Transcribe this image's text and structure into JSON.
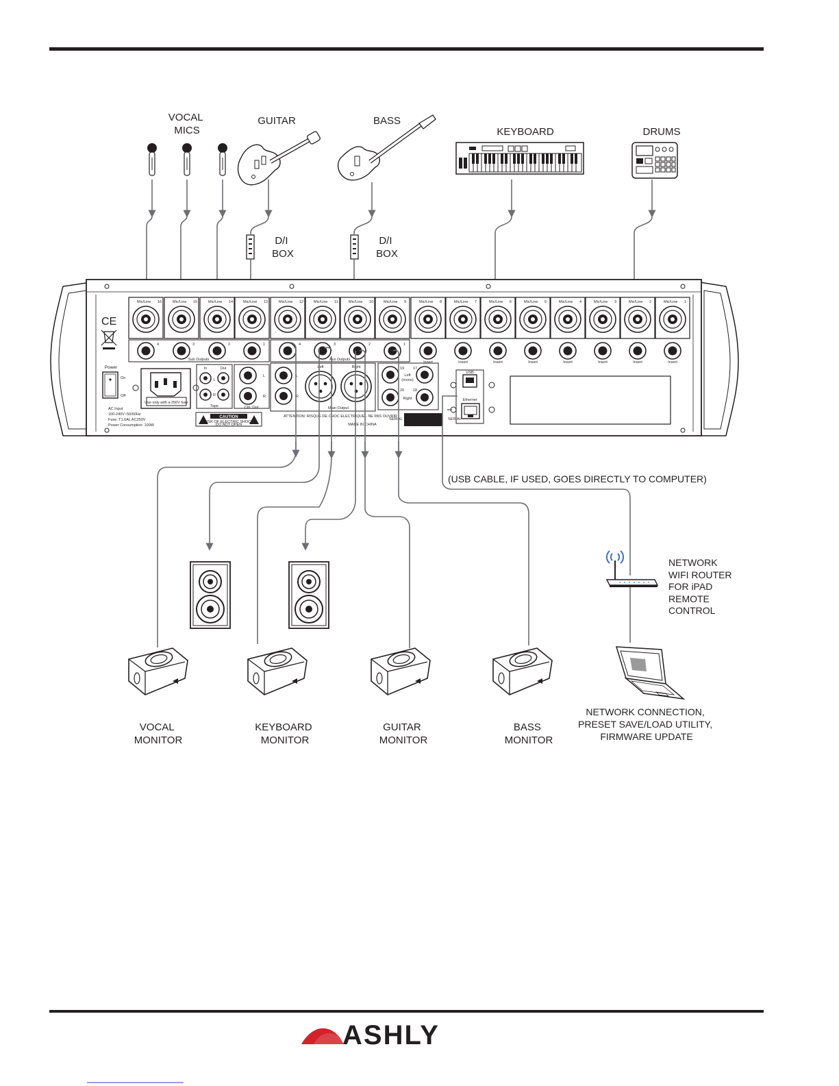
{
  "sources": {
    "vocal_mics": "VOCAL\nMICS",
    "guitar": "GUITAR",
    "bass": "BASS",
    "keyboard": "KEYBOARD",
    "drums": "DRUMS",
    "di_box": "D/I\nBOX"
  },
  "panel": {
    "channel_label": "Mic/Line",
    "channel_numbers": [
      "16",
      "15",
      "14",
      "13",
      "12",
      "11",
      "10",
      "9",
      "8",
      "7",
      "6",
      "5",
      "4",
      "3",
      "2",
      "1"
    ],
    "sub_outputs_label": "Sub Outputs",
    "sub_output_numbers": [
      "4",
      "3",
      "2",
      "1"
    ],
    "aux_outputs_label": "Aux Outputs",
    "aux_output_numbers": [
      "4",
      "3",
      "2",
      "1"
    ],
    "insert_label": "Insert",
    "power_label": "Power",
    "power_on": "On",
    "power_off": "Off",
    "tape_label": "Tape",
    "tape_in": "In",
    "tape_out": "Out",
    "tape_l": "L",
    "tape_r": "R",
    "ctrl_out_label": "Ctrl. Out",
    "ctrl_l": "L",
    "ctrl_r": "R",
    "main_output_label": "Main Output",
    "main_left": "Left",
    "main_right": "Right",
    "aux_main_l": "L",
    "aux_main_r": "R",
    "extra_left": "Left\n(mono)",
    "extra_right": "Right",
    "extra_numbers": [
      "19",
      "17",
      "20",
      "18"
    ],
    "usb_label": "USB",
    "ethernet_label": "Ethernet",
    "ac_input": "AC Input",
    "ac_spec": "100-240V~50/60Hz",
    "fuse": "Fuse: T1.6AL AC250V",
    "power_consumption": "Power Consumption: 100W",
    "fuse_note": "Use only with a 250V fuse",
    "caution": "CAUTION",
    "caution_sub": "RISK OF ELECTRIC SHOCK\nDO NOT OPEN",
    "attention": "ATTENTION: RISQUE DE CHOC ELECTRIQUE - NE PAS OUVRIR",
    "made_in": "MADE IN CHINA",
    "serial": "SERIAL",
    "ce_mark": "CE"
  },
  "usb_note": "(USB CABLE, IF USED, GOES DIRECTLY TO COMPUTER)",
  "router_label": "NETWORK\nWIFI ROUTER\nFOR iPAD\nREMOTE\nCONTROL",
  "computer_label": "NETWORK CONNECTION,\nPRESET SAVE/LOAD UTILITY,\nFIRMWARE UPDATE",
  "monitors": {
    "vocal": "VOCAL\nMONITOR",
    "keyboard": "KEYBOARD\nMONITOR",
    "guitar": "GUITAR\nMONITOR",
    "bass": "BASS\nMONITOR"
  },
  "footer": {
    "logo": "ASHLY"
  }
}
